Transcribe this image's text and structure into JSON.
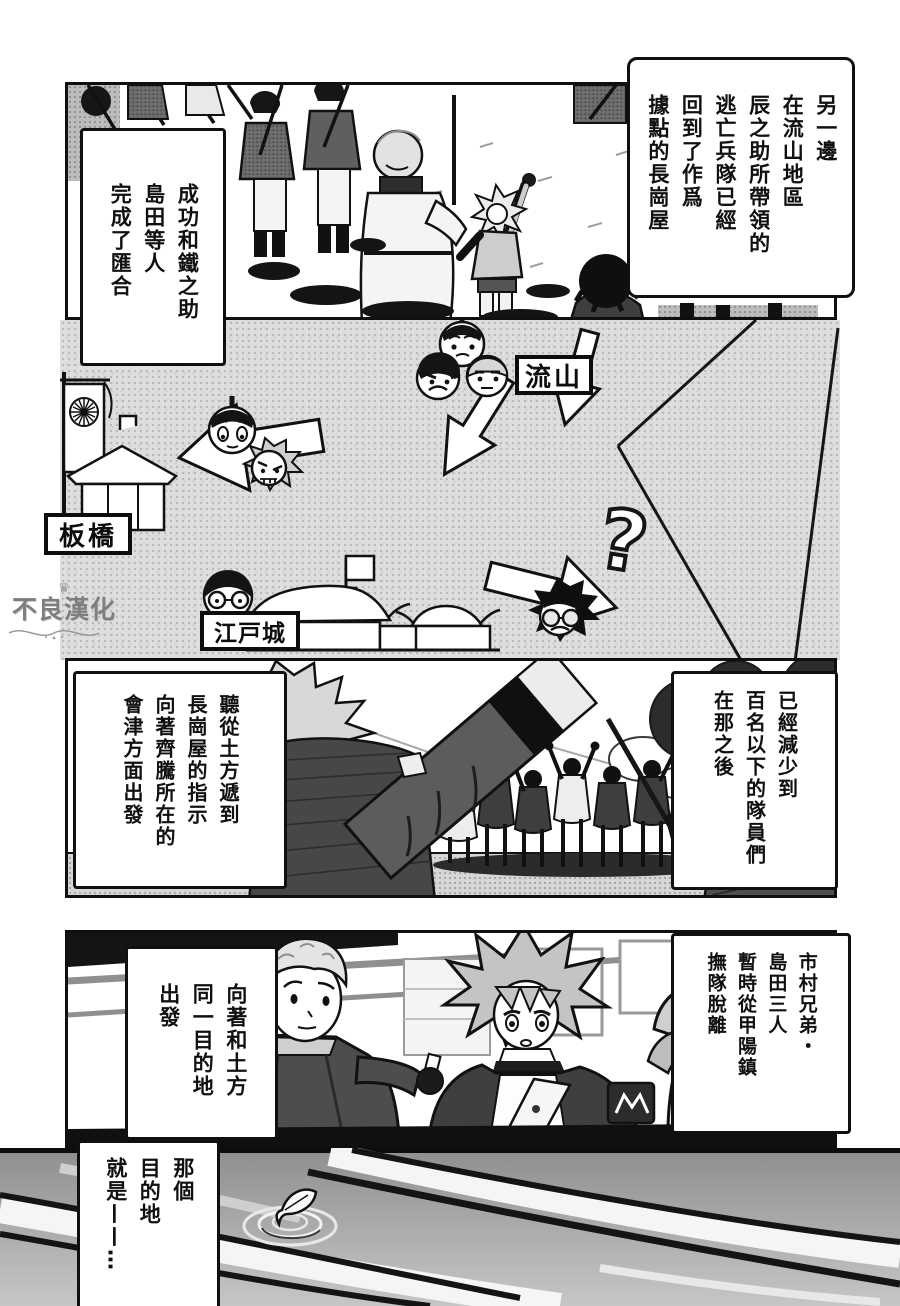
{
  "page": {
    "watermark": {
      "name": "不良漢化"
    }
  },
  "captions": {
    "top_right": "另一邊\n在流山地區\n辰之助所帶領的\n逃亡兵隊已經\n回到了作爲\n據點的長崗屋",
    "top_left": "成功和鐵之助\n島田等人\n完成了匯合",
    "mid_right": "已經減少到\n百名以下的隊員們\n在那之後",
    "mid_left": "聽從土方遞到\n長崗屋的指示\n向著齊騰所在的\n會津方面出發",
    "bottom_right": "市村兄弟・\n島田三人\n暫時從甲陽鎮\n撫隊脫離",
    "bottom_left": "向著和土方\n同一目的地\n出發",
    "bottom_left2": "那個\n目的地\n就是——…"
  },
  "map": {
    "labels": {
      "nagareyama": "流山",
      "itabashi": "板橋",
      "edo_castle": "江戸城"
    },
    "question_mark": "?"
  },
  "colors": {
    "ink": "#111111",
    "paper": "#ffffff",
    "halftone": "#d9d9d9"
  }
}
